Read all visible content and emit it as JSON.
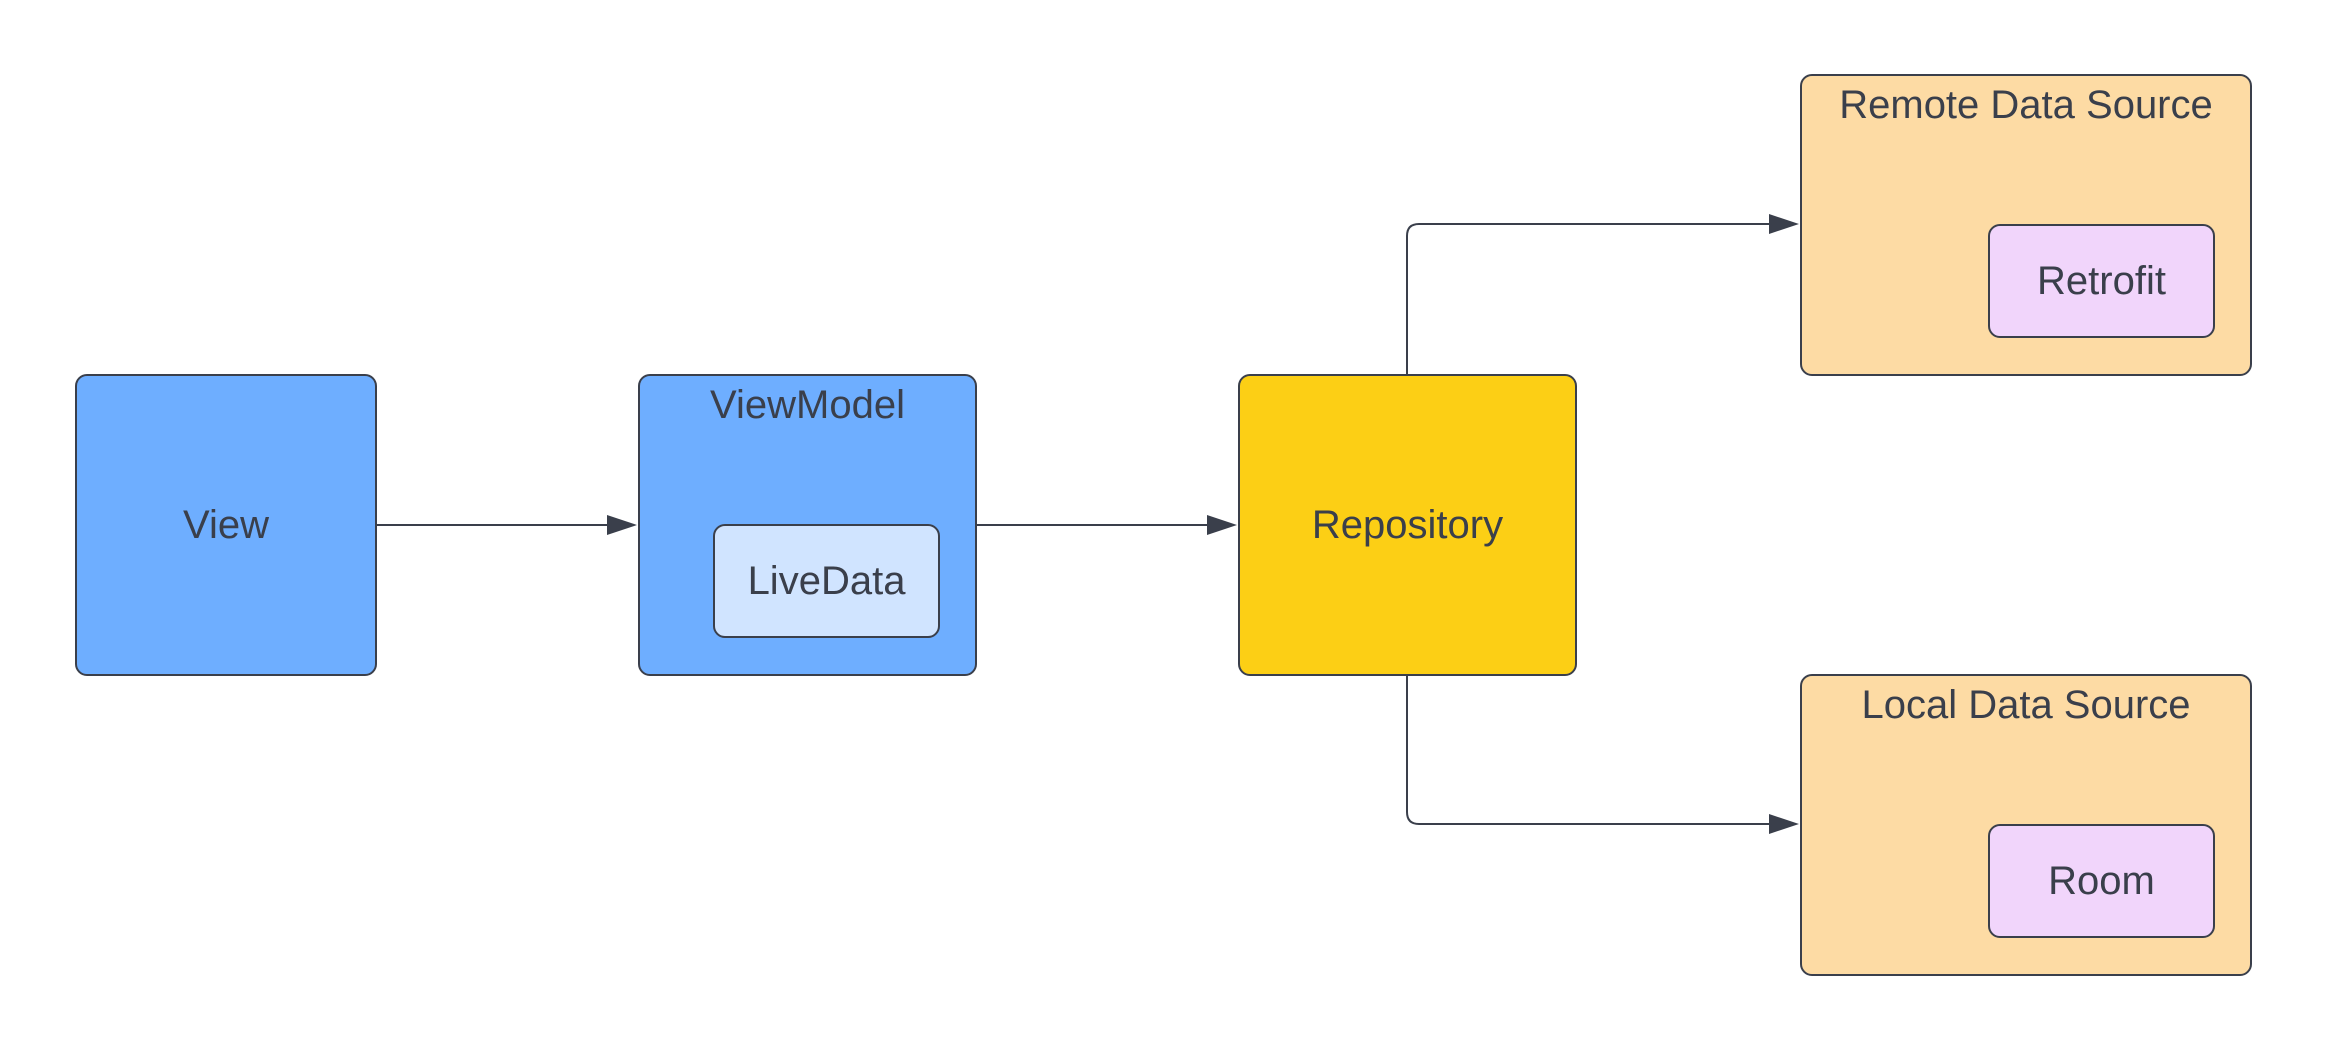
{
  "colors": {
    "view_fill": "#6eaeff",
    "viewmodel_fill": "#6eaeff",
    "livedata_fill": "#d0e4ff",
    "repository_fill": "#fccf15",
    "datasource_fill": "#fddba4",
    "library_fill": "#f1d5fb",
    "stroke": "#3a3f4b",
    "text": "#3a3f4b"
  },
  "nodes": {
    "view": {
      "label": "View"
    },
    "viewmodel": {
      "label": "ViewModel"
    },
    "livedata": {
      "label": "LiveData"
    },
    "repository": {
      "label": "Repository"
    },
    "remote_data_source": {
      "label": "Remote Data Source"
    },
    "retrofit": {
      "label": "Retrofit"
    },
    "local_data_source": {
      "label": "Local Data Source"
    },
    "room": {
      "label": "Room"
    }
  },
  "edges": [
    {
      "from": "view",
      "to": "viewmodel"
    },
    {
      "from": "viewmodel",
      "to": "repository"
    },
    {
      "from": "repository",
      "to": "remote_data_source"
    },
    {
      "from": "repository",
      "to": "local_data_source"
    }
  ]
}
